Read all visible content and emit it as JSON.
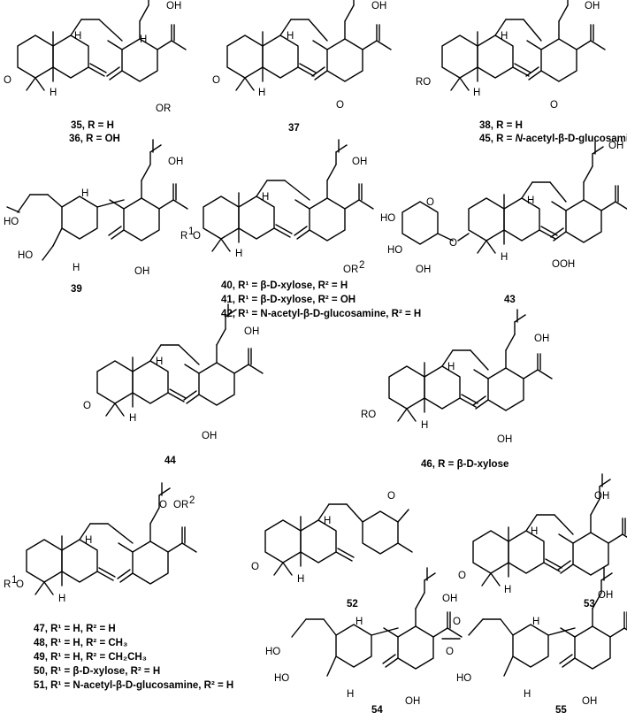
{
  "atoms": {
    "OH": "OH",
    "O": "O",
    "HO": "HO",
    "H": "H",
    "OOH": "OOH",
    "OR": "OR",
    "RO": "RO",
    "OR2": "OR",
    "R1O": "R",
    "sup1": "1",
    "sup2": "2",
    "Ocap": "O"
  },
  "labels": {
    "c35": "35, R = H",
    "c36": "36, R = OH",
    "c37": "37",
    "c38": "38, R = H",
    "c45_pre": "45, R = ",
    "c45_it": "N",
    "c45_post": "-acetyl-β-D-glucosamine",
    "c39": "39",
    "c40": "40, R¹ = β-D-xylose, R² = H",
    "c41": "41, R¹ = β-D-xylose, R² = OH",
    "c42": "42, R¹ = N-acetyl-β-D-glucosamine, R² = H",
    "c43": "43",
    "c44": "44",
    "c46": "46, R = β-D-xylose",
    "c47": "47, R¹ = H, R² = H",
    "c48": "48, R¹ = H, R² = CH₃",
    "c49": "49, R¹ = H, R² = CH₂CH₃",
    "c50": "50, R¹ = β-D-xylose, R² = H",
    "c51": "51, R¹ = N-acetyl-β-D-glucosamine, R² = H",
    "c52": "52",
    "c53": "53",
    "c54": "54",
    "c55": "55"
  }
}
